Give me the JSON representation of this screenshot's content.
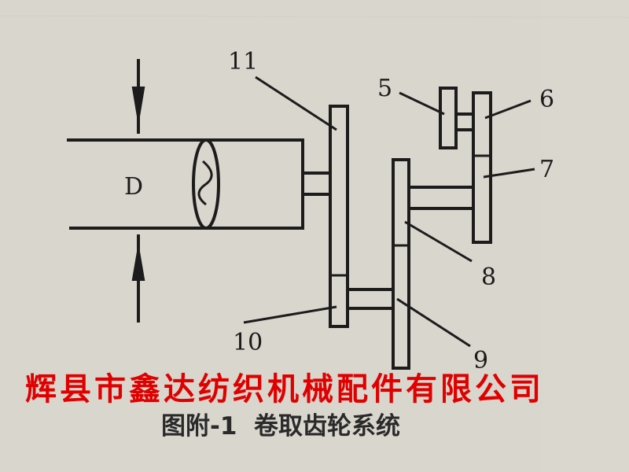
{
  "diagram": {
    "dimension_label": "D",
    "part_labels": {
      "p5": "5",
      "p6": "6",
      "p7": "7",
      "p8": "8",
      "p9": "9",
      "p10": "10",
      "p11": "11"
    },
    "caption": "图附-1  卷取齿轮系统"
  },
  "watermark": {
    "company": "辉县市鑫达纺织机械配件有限公司",
    "color": "#e00000"
  }
}
